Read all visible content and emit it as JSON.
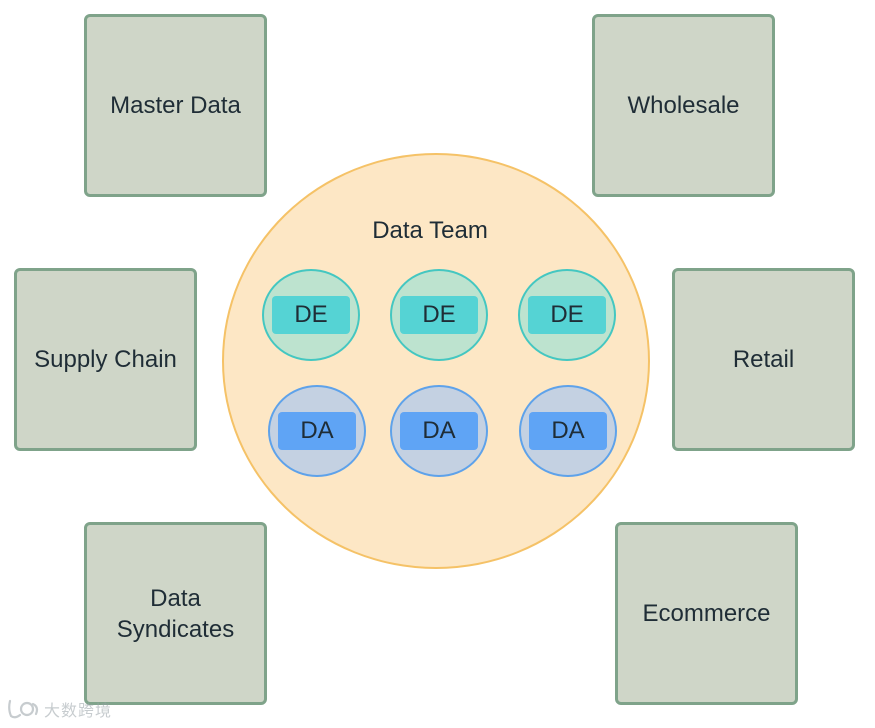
{
  "boxes": {
    "master_data": "Master Data",
    "wholesale": "Wholesale",
    "supply_chain": "Supply Chain",
    "retail": "Retail",
    "data_syndicates": "Data\nSyndicates",
    "ecommerce": "Ecommerce"
  },
  "team": {
    "title": "Data Team",
    "engineers": [
      "DE",
      "DE",
      "DE"
    ],
    "analysts": [
      "DA",
      "DA",
      "DA"
    ]
  },
  "watermark": {
    "text": "大数跨境",
    "icon": "logo-icon"
  },
  "colors": {
    "box_fill": "#cfd6c8",
    "box_border": "#7fa38a",
    "team_fill": "#fde7c5",
    "team_border": "#f5c267",
    "de_fill": "#bde3cf",
    "de_tag": "#55d3d4",
    "da_fill": "#c4d1e2",
    "da_tag": "#5fa4f5"
  }
}
